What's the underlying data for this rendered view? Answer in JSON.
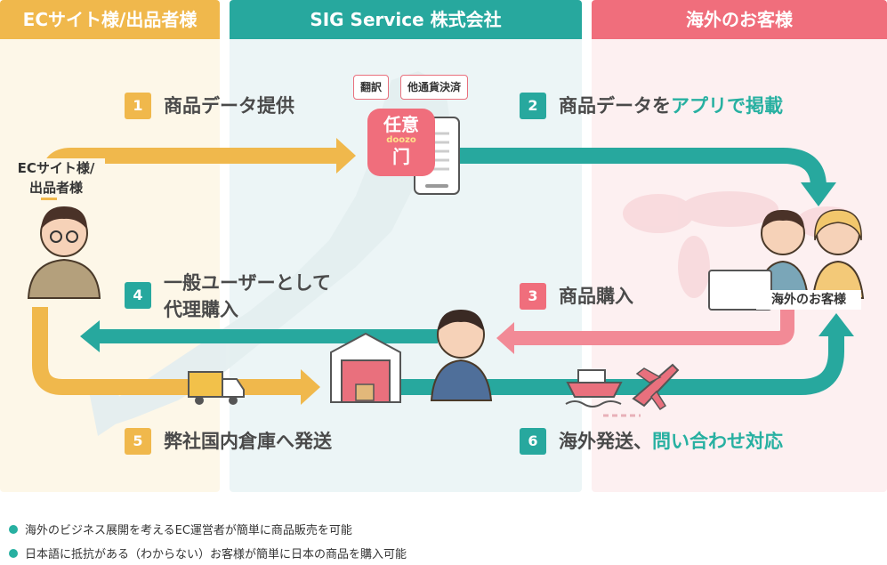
{
  "columns": [
    {
      "title": "ECサイト様/出品者様",
      "bg": "#fdf7e8",
      "head": "#f0b84c"
    },
    {
      "title": "SIG Service 株式会社",
      "bg": "#ecf5f6",
      "head": "#27a89e"
    },
    {
      "title": "海外のお客様",
      "bg": "#fdf0f1",
      "head": "#f06e7c"
    }
  ],
  "tags": {
    "translate": "翻訳",
    "payment": "他通貨決済"
  },
  "app_logo": {
    "line1": "任意",
    "line2": "门",
    "brand": "doozo"
  },
  "actors": {
    "seller_line1": "ECサイト様/",
    "seller_line2": "出品者様",
    "customer": "海外のお客様"
  },
  "steps": [
    {
      "num": "1",
      "text": "商品データ提供",
      "color": "#f0b84c"
    },
    {
      "num": "2",
      "text_plain": "商品データを",
      "text_highlight": "アプリで掲載",
      "color": "#27a89e"
    },
    {
      "num": "3",
      "text": "商品購入",
      "color": "#f06e7c"
    },
    {
      "num": "4",
      "line1": "一般ユーザーとして",
      "line2": "代理購入",
      "color": "#27a89e"
    },
    {
      "num": "5",
      "text": "弊社国内倉庫へ発送",
      "color": "#f0b84c"
    },
    {
      "num": "6",
      "text_plain": "海外発送、",
      "text_highlight": "問い合わせ対応",
      "color": "#27a89e"
    }
  ],
  "bullets": [
    "海外のビジネス展開を考えるEC運営者が簡単に商品販売を可能",
    "日本語に抵抗がある（わからない）お客様が簡単に日本の商品を購入可能"
  ],
  "colors": {
    "orange": "#f0b84c",
    "teal": "#27a89e",
    "pink": "#f28a96"
  }
}
